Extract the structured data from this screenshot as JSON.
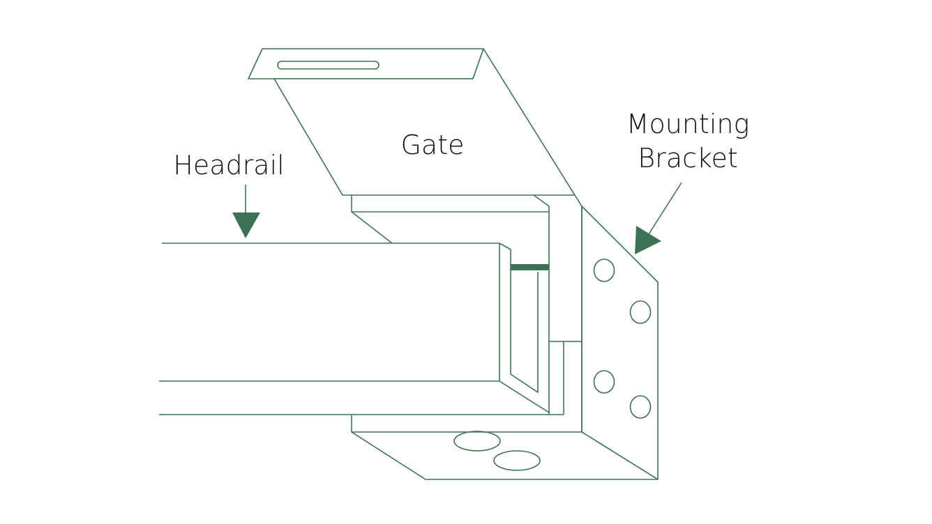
{
  "labels": {
    "gate": "Gate",
    "headrail": "Headrail",
    "bracket_line1": "Mounting",
    "bracket_line2": "Bracket"
  },
  "colors": {
    "stroke": "#3e7152",
    "accent_fill": "#3d7153",
    "text": "#111111",
    "background": "#ffffff"
  }
}
